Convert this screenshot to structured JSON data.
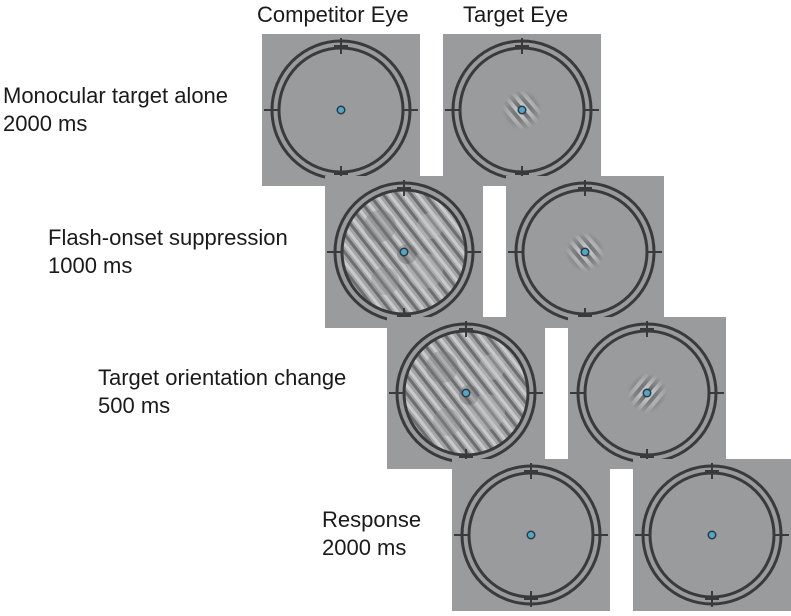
{
  "column_headers": {
    "competitor": "Competitor Eye",
    "target": "Target Eye"
  },
  "rows": [
    {
      "name": "Monocular target alone",
      "duration": "2000 ms",
      "competitor_stimulus": "none",
      "target_stimulus": "gabor-left-tilt"
    },
    {
      "name": "Flash-onset suppression",
      "duration": "1000 ms",
      "competitor_stimulus": "noise-grating",
      "target_stimulus": "gabor-left-tilt"
    },
    {
      "name": "Target orientation change",
      "duration": "500 ms",
      "competitor_stimulus": "noise-grating",
      "target_stimulus": "gabor-right-tilt"
    },
    {
      "name": "Response",
      "duration": "2000 ms",
      "competitor_stimulus": "none",
      "target_stimulus": "none"
    }
  ],
  "colors": {
    "panel_gray": "#9a9b9d",
    "frame": "#3a3a3c",
    "fixation_dot": "#4fa8c8"
  }
}
